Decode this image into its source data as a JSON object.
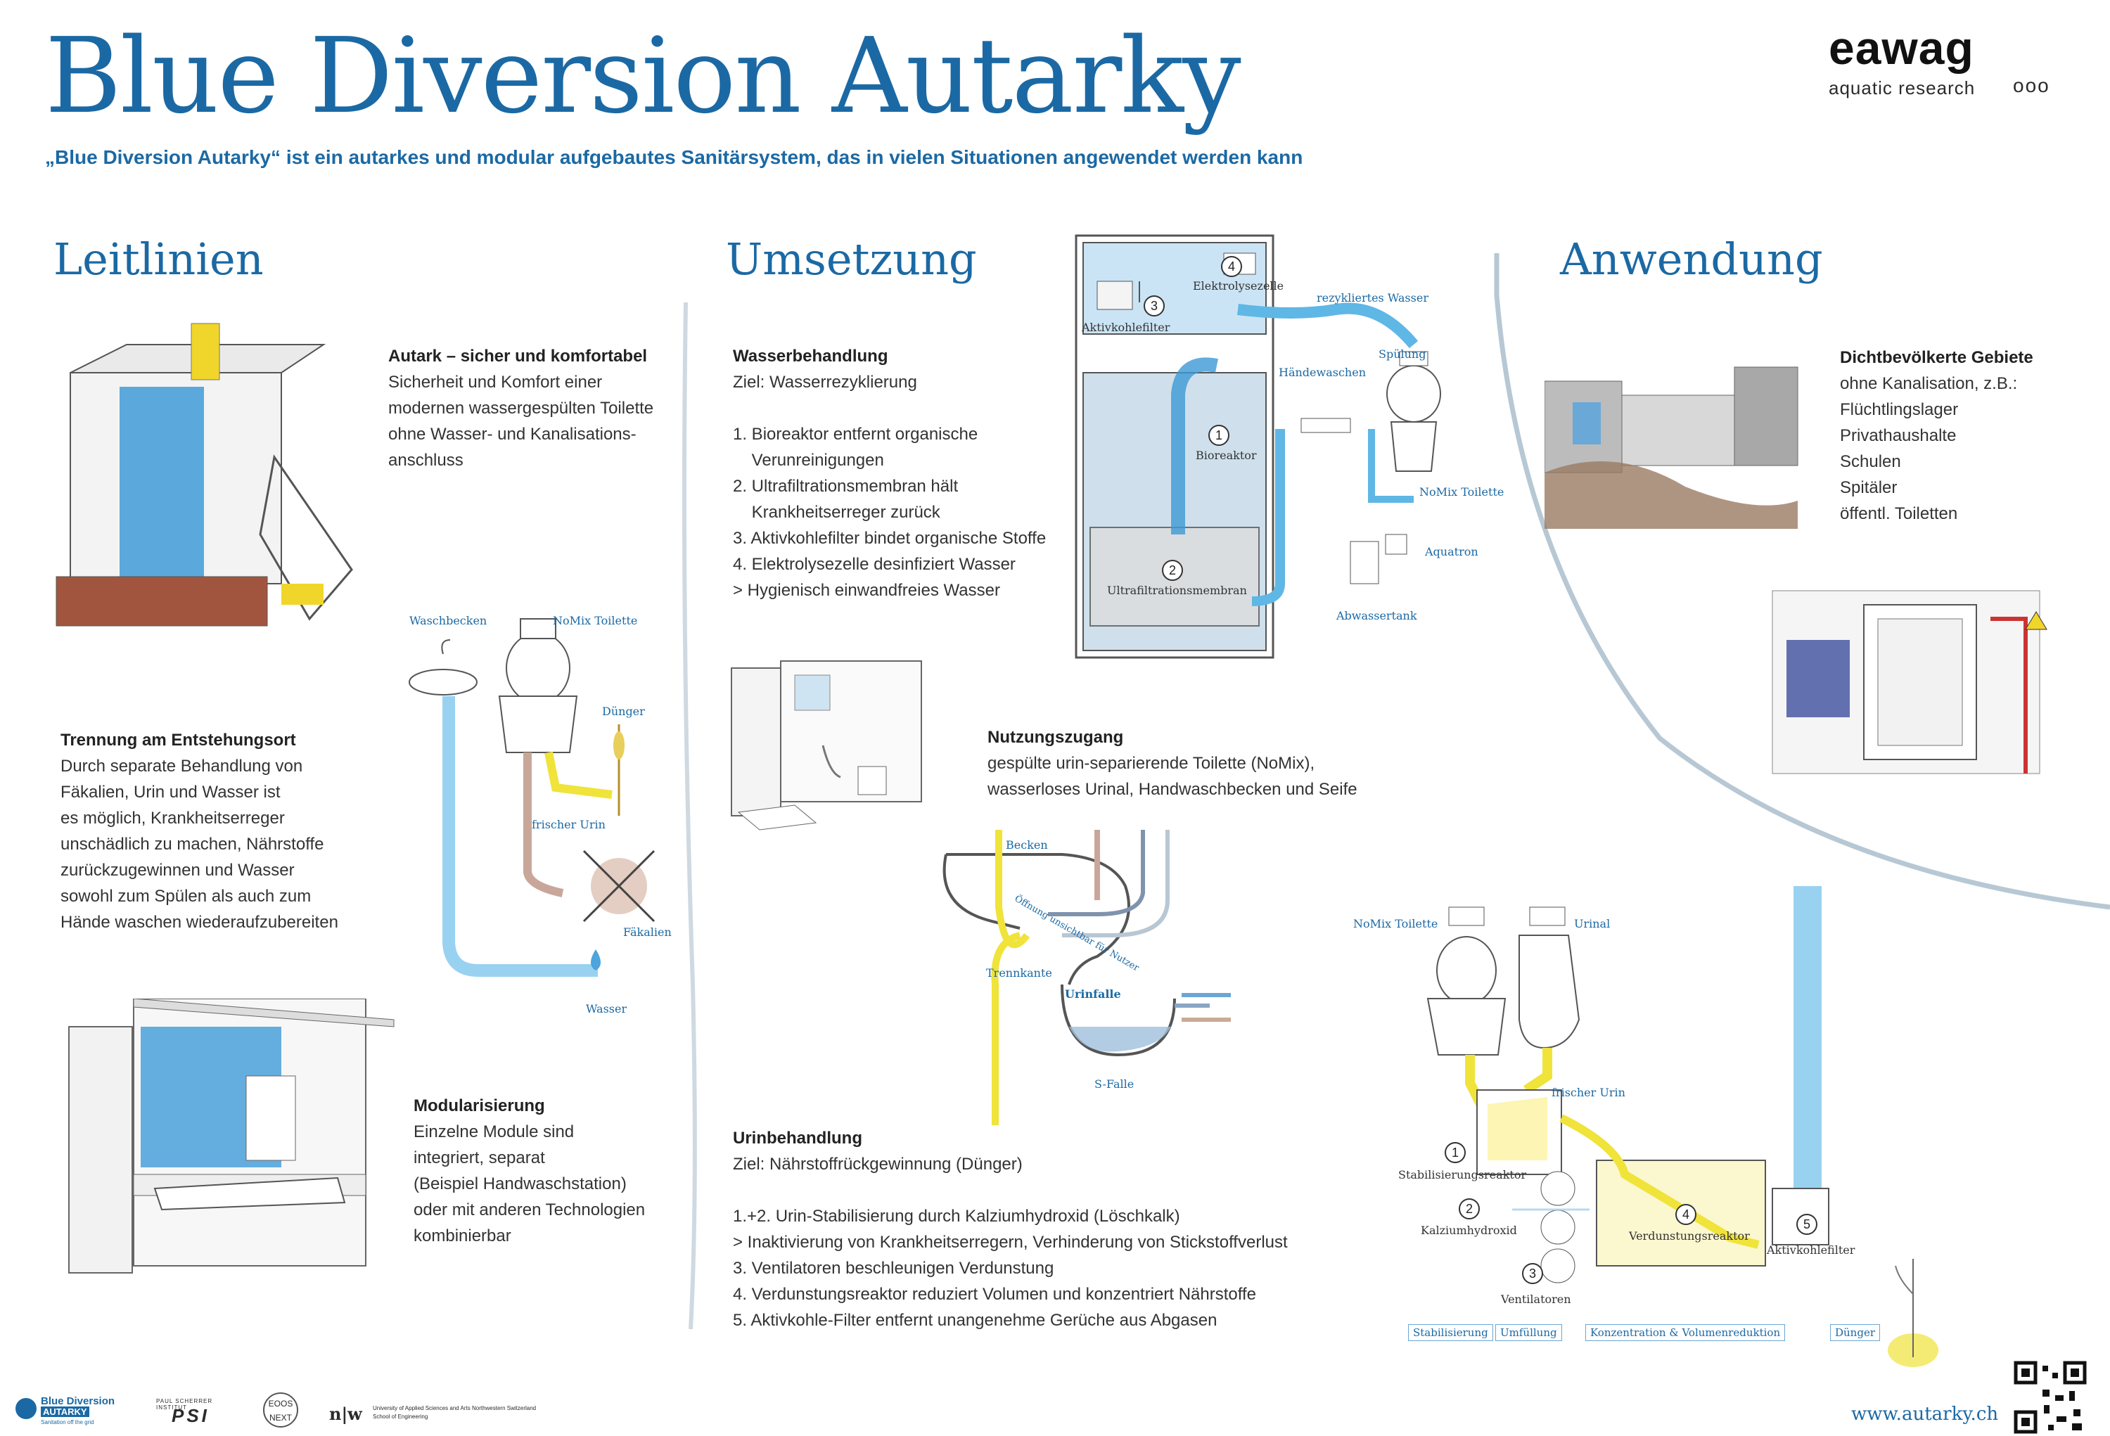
{
  "title": "Blue Diversion Autarky",
  "subtitle": "„Blue Diversion Autarky“ ist ein autarkes und modular aufgebautes Sanitärsystem, das in vielen Situationen angewendet werden kann",
  "brand": {
    "name": "eawag",
    "tagline": "aquatic research",
    "dots": "ooo"
  },
  "sections": {
    "leitlinien": "Leitlinien",
    "umsetzung": "Umsetzung",
    "anwendung": "Anwendung"
  },
  "leitlinien": {
    "autark": {
      "heading": "Autark – sicher und komfortabel",
      "lines": [
        "Sicherheit und Komfort einer",
        "modernen wassergespülten Toilette",
        "ohne Wasser- und Kanalisations-",
        "anschluss"
      ]
    },
    "trennung": {
      "heading": "Trennung am Entstehungsort",
      "lines": [
        "Durch separate Behandlung von",
        "Fäkalien, Urin und Wasser ist",
        "es möglich, Krankheitserreger",
        "unschädlich zu machen, Nährstoffe",
        "zurückzugewinnen und Wasser",
        "sowohl zum Spülen als auch zum",
        "Hände waschen wiederaufzubereiten"
      ]
    },
    "modular": {
      "heading": "Modularisierung",
      "lines": [
        "Einzelne Module sind",
        "integriert, separat",
        "(Beispiel Handwaschstation)",
        "oder mit anderen Technologien",
        "kombinierbar"
      ]
    },
    "diagram_labels": {
      "waschbecken": "Waschbecken",
      "nomix": "NoMix Toilette",
      "duenger": "Dünger",
      "frischer_urin": "frischer Urin",
      "faekalien": "Fäkalien",
      "wasser": "Wasser"
    }
  },
  "umsetzung": {
    "wasser": {
      "heading": "Wasserbehandlung",
      "lines": [
        "Ziel: Wasserrezyklierung",
        "",
        "1. Bioreaktor entfernt organische",
        "    Verunreinigungen",
        "2. Ultrafiltrationsmembran hält",
        "    Krankheitserreger zurück",
        "3. Aktivkohlefilter bindet organische Stoffe",
        "4. Elektrolysezelle desinfiziert Wasser",
        ">  Hygienisch einwandfreies Wasser"
      ]
    },
    "wasser_labels": {
      "elektrolysezelle": "Elektrolysezelle",
      "aktivkohlefilter": "Aktivkohlefilter",
      "rezykliert": "rezykliertes Wasser",
      "spuelung": "Spülung",
      "haendewaschen": "Händewaschen",
      "bioreaktor": "Bioreaktor",
      "nomix": "NoMix Toilette",
      "aquatron": "Aquatron",
      "ultrafiltration": "Ultrafiltrationsmembran",
      "abwassertank": "Abwassertank"
    },
    "nutzung": {
      "heading": "Nutzungszugang",
      "lines": [
        "gespülte urin-separierende Toilette (NoMix),",
        "wasserloses Urinal, Handwaschbecken und Seife"
      ]
    },
    "toilet_labels": {
      "becken": "Becken",
      "oeffnung": "Öffnung unsichtbar für Nutzer",
      "trennkante": "Trennkante",
      "urinfalle": "Urinfalle",
      "sfalle": "S-Falle"
    },
    "urin": {
      "heading": "Urinbehandlung",
      "lines": [
        "Ziel: Nährstoffrückgewinnung (Dünger)",
        "",
        "1.+2. Urin-Stabilisierung durch Kalziumhydroxid (Löschkalk)",
        ">  Inaktivierung von Krankheitserregern, Verhinderung von Stickstoffverlust",
        "3. Ventilatoren beschleunigen Verdunstung",
        "4. Verdunstungsreaktor reduziert Volumen und konzentriert Nährstoffe",
        "5. Aktivkohle-Filter entfernt unangenehme Gerüche aus Abgasen"
      ]
    }
  },
  "anwendung": {
    "heading": "Dichtbevölkerte Gebiete",
    "lines": [
      "ohne Kanalisation, z.B.:",
      "Flüchtlingslager",
      "Privathaushalte",
      "Schulen",
      "Spitäler",
      "öffentl. Toiletten"
    ]
  },
  "urine_labels": {
    "nomix": "NoMix Toilette",
    "urinal": "Urinal",
    "frischer_urin": "frischer Urin",
    "stabilisierung": "Stabilisierungsreaktor",
    "kalzium": "Kalziumhydroxid",
    "ventilatoren": "Ventilatoren",
    "verdunstung": "Verdunstungsreaktor",
    "aktivkohle": "Aktivkohlefilter"
  },
  "process_stages": [
    "Stabilisierung",
    "Umfüllung",
    "Konzentration & Volumenreduktion",
    "Dünger"
  ],
  "numbers": [
    "1",
    "2",
    "3",
    "4",
    "5"
  ],
  "footer": {
    "bd_logo": "Blue Diversion",
    "bd_logo2": "AUTARKY",
    "bd_logo3": "Sanitation off the grid",
    "psi_top": "PAUL SCHERRER INSTITUT",
    "psi": "PSI",
    "eoos": "EOOS NEXT",
    "fhnw": "n|w",
    "fhnw_text1": "University of Applied Sciences and Arts Northwestern Switzerland",
    "fhnw_text2": "School of Engineering",
    "url": "www.autarky.ch"
  },
  "colors": {
    "brand_blue": "#1b69a4",
    "water_blue": "#5fb7e6",
    "urine_yellow": "#f0e33a",
    "faeces_brown": "#b08a78"
  }
}
